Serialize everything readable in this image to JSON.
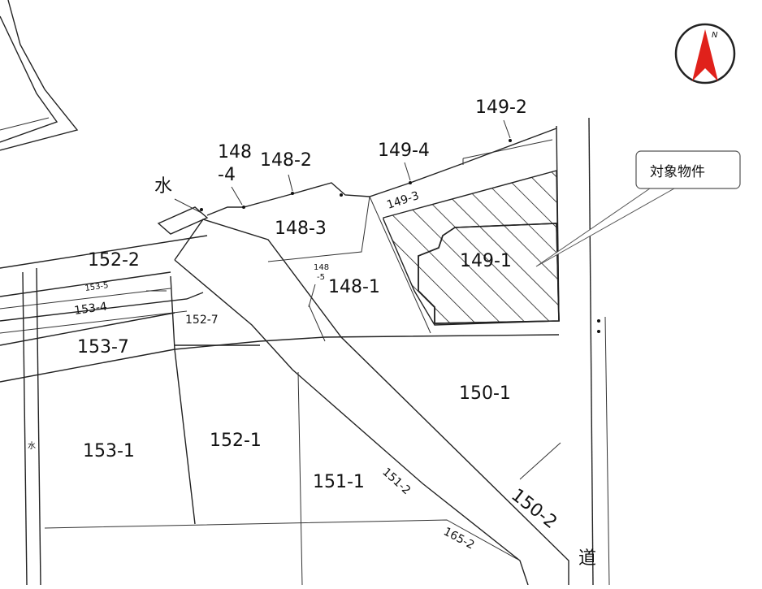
{
  "parcels": [
    "149-2",
    "148",
    "-4",
    "148-2",
    "149-4",
    "149-3",
    "148-3",
    "148",
    "-5",
    "148-1",
    "149-1",
    "152-2",
    "153-5",
    "153-4",
    "152-7",
    "153-7",
    "150-1",
    "153-1",
    "152-1",
    "151-1",
    "151-2",
    "150-2",
    "165-2"
  ],
  "symbols": {
    "water_1": "水",
    "water_2": "水",
    "road": "道"
  },
  "callout": {
    "label": "対象物件"
  },
  "north": {
    "letter": "N",
    "icon": "north-arrow-icon",
    "color": "#e0211b"
  },
  "colors": {
    "line": "#222222",
    "hatch": "#222222",
    "paper": "#ffffff"
  }
}
